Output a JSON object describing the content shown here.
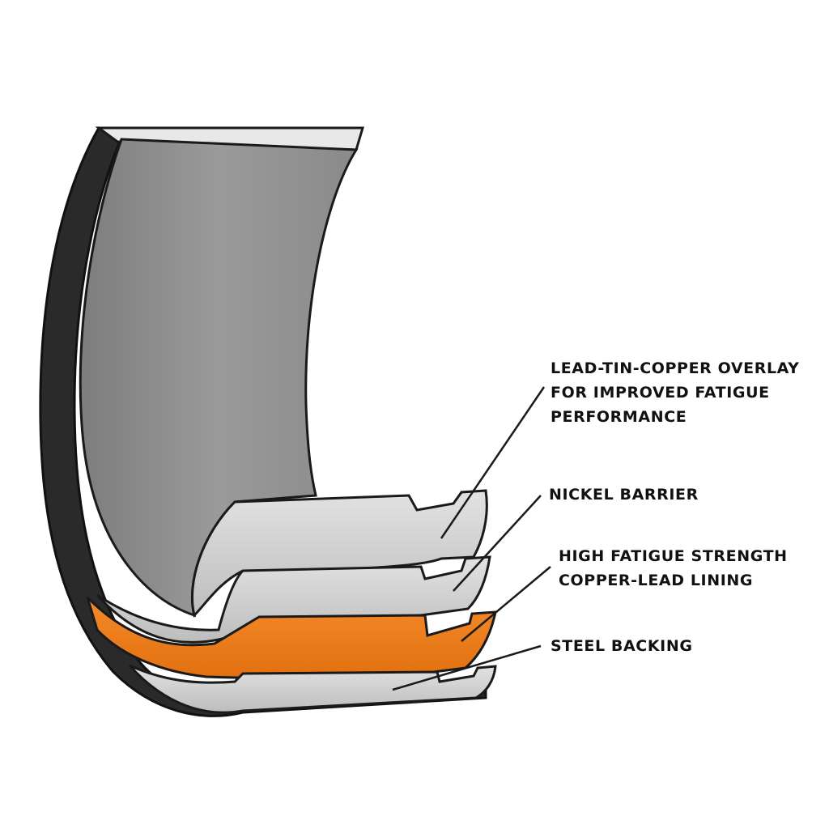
{
  "colors": {
    "background": "#ffffff",
    "steel": "#8f8f8f",
    "layer_light": "#d6d6d6",
    "copper_lead": "#f07c1c",
    "outline": "#1a1a1a"
  },
  "labels": {
    "overlay": [
      "LEAD-TIN-COPPER OVERLAY",
      "FOR IMPROVED FATIGUE",
      "PERFORMANCE"
    ],
    "nickel": [
      "NICKEL BARRIER"
    ],
    "lining": [
      "HIGH FATIGUE STRENGTH",
      "COPPER-LEAD LINING"
    ],
    "steel": [
      "STEEL BACKING"
    ]
  }
}
